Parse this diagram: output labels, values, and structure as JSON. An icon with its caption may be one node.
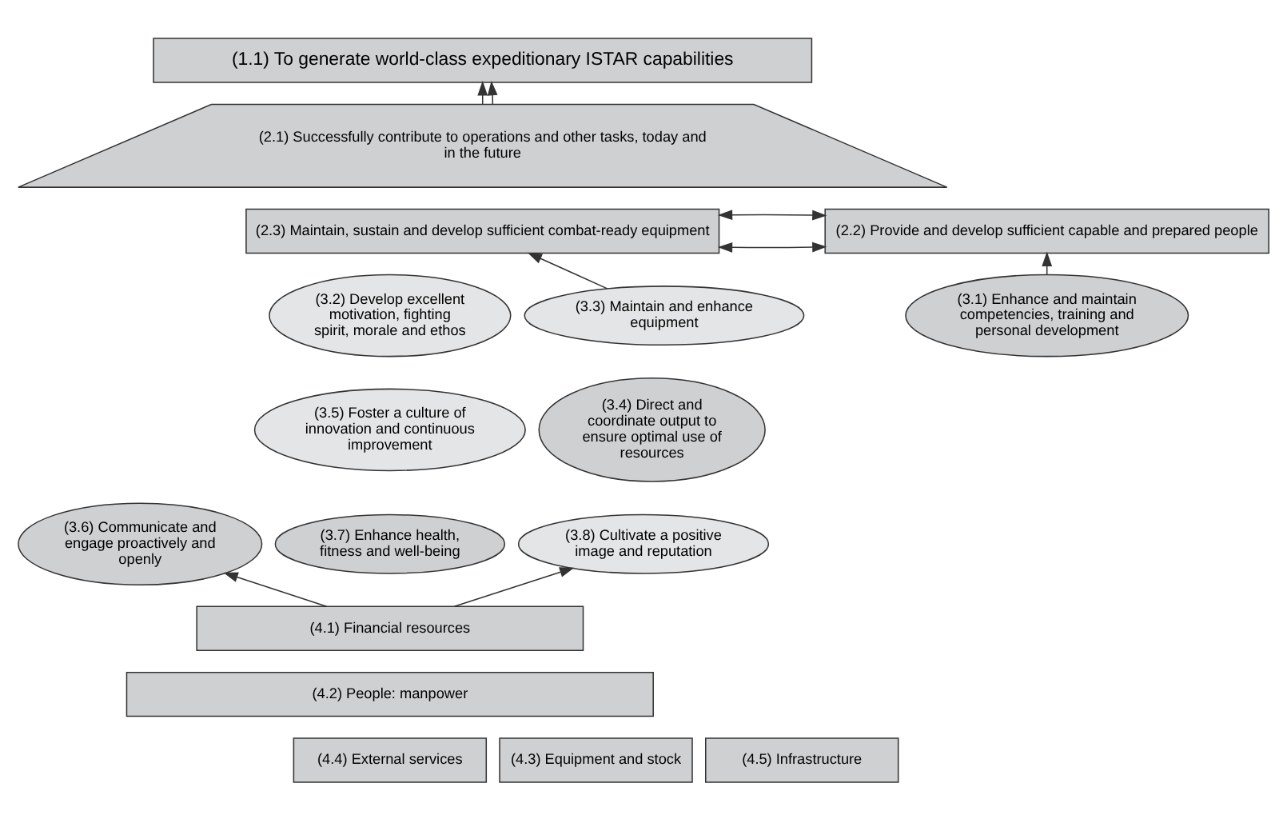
{
  "diagram": {
    "nodes": [
      {
        "text": [
          "(1.1) To generate world-class expeditionary ISTAR capabilities"
        ]
      },
      {
        "text": [
          "(2.1) Successfully contribute to operations and other tasks, today and in the future"
        ]
      },
      {
        "text": [
          "(2.2) Provide and develop sufficient capable and prepared people"
        ]
      },
      {
        "text": [
          "(2.3) Maintain, sustain and develop sufficient combat-ready equipment"
        ]
      },
      {
        "text": [
          "(3.1) Enhance and maintain competencies, training and personal development"
        ]
      },
      {
        "text": [
          "(3.2) Develop excellent motivation, fighting spirit, morale and ethos"
        ]
      },
      {
        "text": [
          "(3.3) Maintain and enhance equipment"
        ]
      },
      {
        "text": [
          "(3.4) Direct and coordinate output to ensure optimal use of resources"
        ]
      },
      {
        "text": [
          "(3.5) Foster a culture of innovation and continuous improvement"
        ]
      },
      {
        "text": [
          "(3.6) Communicate and engage proactively and openly"
        ]
      },
      {
        "text": [
          "(3.7) Enhance health, fitness and well-being"
        ]
      },
      {
        "text": [
          "(3.8) Cultivate a positive image and reputation"
        ]
      },
      {
        "text": [
          "(4.1) Financial resources"
        ]
      },
      {
        "text": [
          "(4.2) People: manpower"
        ]
      },
      {
        "text": [
          "(4.3) Equipment and stock"
        ]
      },
      {
        "text": [
          "(4.4) External services"
        ]
      },
      {
        "text": [
          "(4.5) Infrastructure"
        ]
      }
    ],
    "edges": [
      {
        "from": 1,
        "to": 0,
        "arrow": "to"
      },
      {
        "from": 1,
        "to": 0,
        "arrow": "to"
      },
      {
        "from": 2,
        "to": 3,
        "arrow": "both"
      },
      {
        "from": 2,
        "to": 3,
        "arrow": "both"
      },
      {
        "from": 4,
        "to": 2,
        "arrow": "to"
      },
      {
        "from": 6,
        "to": 3,
        "arrow": "to"
      },
      {
        "from": 12,
        "to": 9,
        "arrow": "to"
      },
      {
        "from": 12,
        "to": 11,
        "arrow": "to"
      }
    ]
  }
}
